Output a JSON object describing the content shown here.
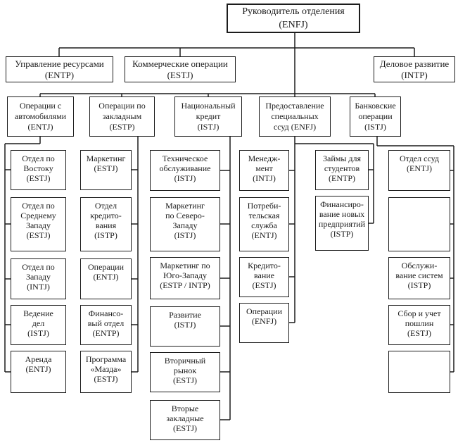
{
  "colors": {
    "background": "#ffffff",
    "line": "#1c1c1c",
    "text": "#1a1a1a"
  },
  "diagram": {
    "type": "org-chart",
    "root": {
      "label": "Руководитель отделения\n(ENFJ)"
    },
    "level2": [
      {
        "label": "Управление ресурсами\n(ENTP)"
      },
      {
        "label": "Коммерческие операции\n(ESTJ)"
      },
      {
        "label": "Деловое развитие\n(INTP)"
      }
    ],
    "level3": [
      {
        "label": "Операции с\nавтомобилями\n(ENTJ)"
      },
      {
        "label": "Операции по\nзакладным\n(ESTP)"
      },
      {
        "label": "Национальный\nкредит\n(ISTJ)"
      },
      {
        "label": "Предоставление\nспециальных\nссуд (ENFJ)"
      },
      {
        "label": "Банковские\nоперации\n(ISTJ)"
      }
    ],
    "columns": {
      "auto": [
        {
          "label": "Отдел по\nВостоку\n(ESTJ)"
        },
        {
          "label": "Отдел по\nСреднему\nЗападу\n(ESTJ)"
        },
        {
          "label": "Отдел по\nЗападу\n(INTJ)"
        },
        {
          "label": "Ведение\nдел\n(ISTJ)"
        },
        {
          "label": "Аренда\n(ENTJ)"
        }
      ],
      "mortgage": [
        {
          "label": "Маркетинг\n(ESTJ)"
        },
        {
          "label": "Отдел\nкредито-\nвания\n(ISTP)"
        },
        {
          "label": "Операции\n(ENTJ)"
        },
        {
          "label": "Финансо-\nвый отдел\n(ENTP)"
        },
        {
          "label": "Программа\n«Мазда»\n(ESTJ)"
        }
      ],
      "national_credit": [
        {
          "label": "Техническое\nобслуживание\n(ISTJ)"
        },
        {
          "label": "Маркетинг\nпо Северо-\nЗападу\n(ISTJ)"
        },
        {
          "label": "Маркетинг по\nЮго-Западу\n(ESTP / INTP)"
        },
        {
          "label": "Развитие\n(ISTJ)"
        },
        {
          "label": "Вторичный\nрынок\n(ESTJ)"
        },
        {
          "label": "Вторые\nзакладные\n(ESTJ)"
        }
      ],
      "special_loans": [
        {
          "label": "Менедж-\nмент\n(INTJ)"
        },
        {
          "label": "Потреби-\nтельская\nслужба\n(ENTJ)"
        },
        {
          "label": "Кредито-\nвание\n(ESTJ)"
        },
        {
          "label": "Операции\n(ENFJ)"
        }
      ],
      "special_loans_right": [
        {
          "label": "Займы для\nстудентов\n(ENTP)"
        },
        {
          "label": "Финансиро-\nвание новых\nпредприятий\n(ISTP)"
        }
      ],
      "banking": [
        {
          "label": "Отдел ссуд\n(ENTJ)"
        },
        {
          "label": ""
        },
        {
          "label": "Обслужи-\nвание систем\n(ISTP)"
        },
        {
          "label": "Сбор и учет\nпошлин\n(ESTJ)"
        },
        {
          "label": ""
        }
      ]
    }
  }
}
